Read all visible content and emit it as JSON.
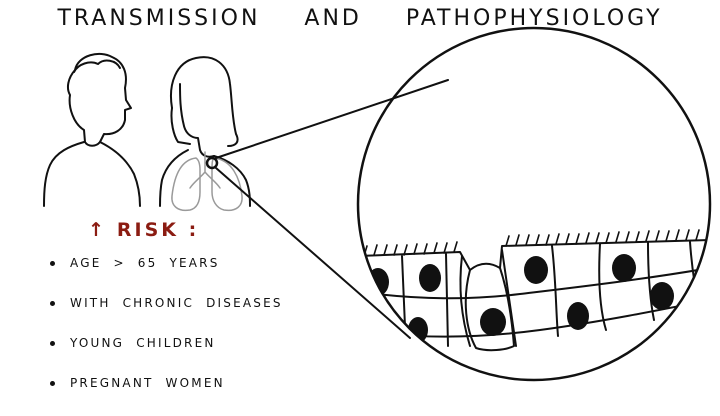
{
  "title": {
    "part1": "Transmission",
    "part2": "and",
    "part3": "Pathophysiology"
  },
  "risk": {
    "arrow": "↑",
    "label": "RISK :"
  },
  "risk_factors": [
    "AGE > 65 YEARS",
    "WITH CHRONIC DISEASES",
    "YOUNG CHILDREN",
    "PREGNANT WOMEN"
  ],
  "colors": {
    "ink": "#111111",
    "risk_red": "#8b1c12",
    "lung_gray": "#9a9a9a",
    "background": "#ffffff"
  }
}
